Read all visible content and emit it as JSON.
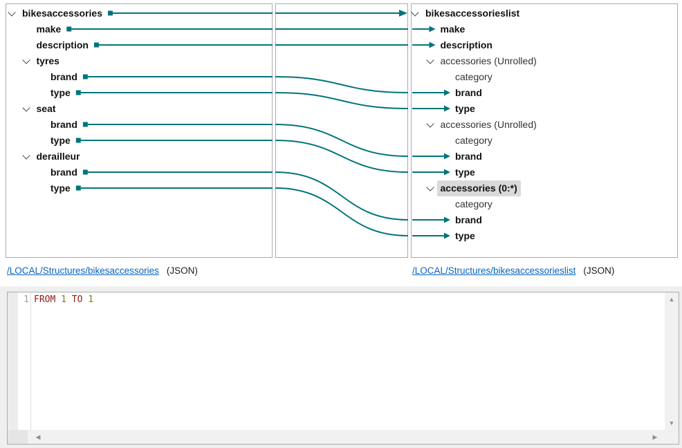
{
  "source_panel": {
    "items": [
      {
        "label": "bikesaccessories",
        "level": 0,
        "bold": true,
        "chevron": true,
        "connector": true
      },
      {
        "label": "make",
        "level": 1,
        "bold": true,
        "connector": true
      },
      {
        "label": "description",
        "level": 1,
        "bold": true,
        "connector": true
      },
      {
        "label": "tyres",
        "level": 1,
        "bold": true,
        "chevron": true
      },
      {
        "label": "brand",
        "level": 2,
        "bold": true,
        "connector": true
      },
      {
        "label": "type",
        "level": 2,
        "bold": true,
        "connector": true
      },
      {
        "label": "seat",
        "level": 1,
        "bold": true,
        "chevron": true
      },
      {
        "label": "brand",
        "level": 2,
        "bold": true,
        "connector": true
      },
      {
        "label": "type",
        "level": 2,
        "bold": true,
        "connector": true
      },
      {
        "label": "derailleur",
        "level": 1,
        "bold": true,
        "chevron": true
      },
      {
        "label": "brand",
        "level": 2,
        "bold": true,
        "connector": true
      },
      {
        "label": "type",
        "level": 2,
        "bold": true,
        "connector": true
      }
    ]
  },
  "target_panel": {
    "items": [
      {
        "label": "bikesaccessorieslist",
        "level": 0,
        "bold": true,
        "chevron": true
      },
      {
        "label": "make",
        "level": 1,
        "bold": true,
        "arrow": true
      },
      {
        "label": "description",
        "level": 1,
        "bold": true,
        "arrow": true
      },
      {
        "label": "accessories (Unrolled)",
        "level": 1,
        "chevron": true
      },
      {
        "label": "category",
        "level": 2
      },
      {
        "label": "brand",
        "level": 2,
        "bold": true,
        "arrow": true
      },
      {
        "label": "type",
        "level": 2,
        "bold": true,
        "arrow": true
      },
      {
        "label": "accessories (Unrolled)",
        "level": 1,
        "chevron": true
      },
      {
        "label": "category",
        "level": 2
      },
      {
        "label": "brand",
        "level": 2,
        "bold": true,
        "arrow": true
      },
      {
        "label": "type",
        "level": 2,
        "bold": true,
        "arrow": true
      },
      {
        "label": "accessories (0:*)",
        "level": 1,
        "bold": true,
        "chevron": true,
        "highlighted": true
      },
      {
        "label": "category",
        "level": 2
      },
      {
        "label": "brand",
        "level": 2,
        "bold": true,
        "arrow": true
      },
      {
        "label": "type",
        "level": 2,
        "bold": true,
        "arrow": true
      }
    ]
  },
  "connections": [
    {
      "from": 0,
      "to": 0,
      "kind": "root"
    },
    {
      "from": 1,
      "to": 1
    },
    {
      "from": 2,
      "to": 2
    },
    {
      "from": 4,
      "to": 5
    },
    {
      "from": 5,
      "to": 6
    },
    {
      "from": 7,
      "to": 9
    },
    {
      "from": 8,
      "to": 10
    },
    {
      "from": 10,
      "to": 13
    },
    {
      "from": 11,
      "to": 14
    }
  ],
  "links": {
    "source": {
      "path": "/LOCAL/Structures/bikesaccessories",
      "format": "(JSON)"
    },
    "target": {
      "path": "/LOCAL/Structures/bikesaccessorieslist",
      "format": "(JSON)"
    }
  },
  "editor": {
    "line_number": "1",
    "tokens": [
      {
        "text": "FROM",
        "type": "keyword"
      },
      {
        "text": "1",
        "type": "number"
      },
      {
        "text": "TO",
        "type": "keyword"
      },
      {
        "text": "1",
        "type": "number"
      }
    ]
  },
  "colors": {
    "teal": "#00747C",
    "keyword": "#8B1A1A",
    "number": "#7F7F00",
    "link": "#0563C1",
    "highlight": "#D9D9D9"
  }
}
